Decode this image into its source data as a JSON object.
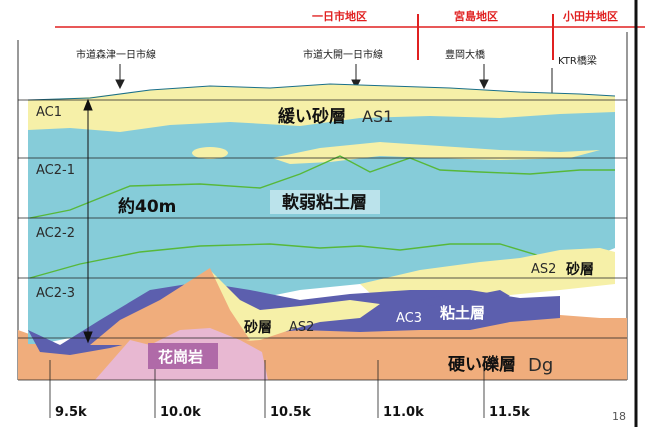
{
  "regions": [
    {
      "name": "一日市地区"
    },
    {
      "name": "宮島地区"
    },
    {
      "name": "小田井地区"
    }
  ],
  "roads": [
    "市道森津一日市線",
    "市道大開一日市線",
    "豊岡大橋",
    "KTR橋梁"
  ],
  "layers": {
    "ac1": "AC1",
    "ac2_1": "AC2-1",
    "ac2_2": "AC2-2",
    "ac2_3": "AC2-3",
    "as1_label": "緩い砂層",
    "as1_code": "AS1",
    "soft_clay": "軟弱粘土層",
    "depth": "約40m",
    "as2_right_code": "AS2",
    "as2_right_label": "砂層",
    "as2_left_label": "砂層",
    "as2_left_code": "AS2",
    "ac3_code": "AC3",
    "ac3_label": "粘土層",
    "granite": "花崗岩",
    "dg_label": "硬い礫層",
    "dg_code": "Dg"
  },
  "km_marks": [
    "9.5k",
    "10.0k",
    "10.5k",
    "11.0k",
    "11.5k"
  ],
  "page_number": "18",
  "colors": {
    "region_line": "#e02020",
    "clay_blue": "#86ccd9",
    "sand_yellow": "#f6f0a8",
    "ac3_purple": "#5c5fae",
    "gravel_orange": "#f0ad7c",
    "granite_pink": "#e8b8d2",
    "green_line": "#57b83a"
  }
}
